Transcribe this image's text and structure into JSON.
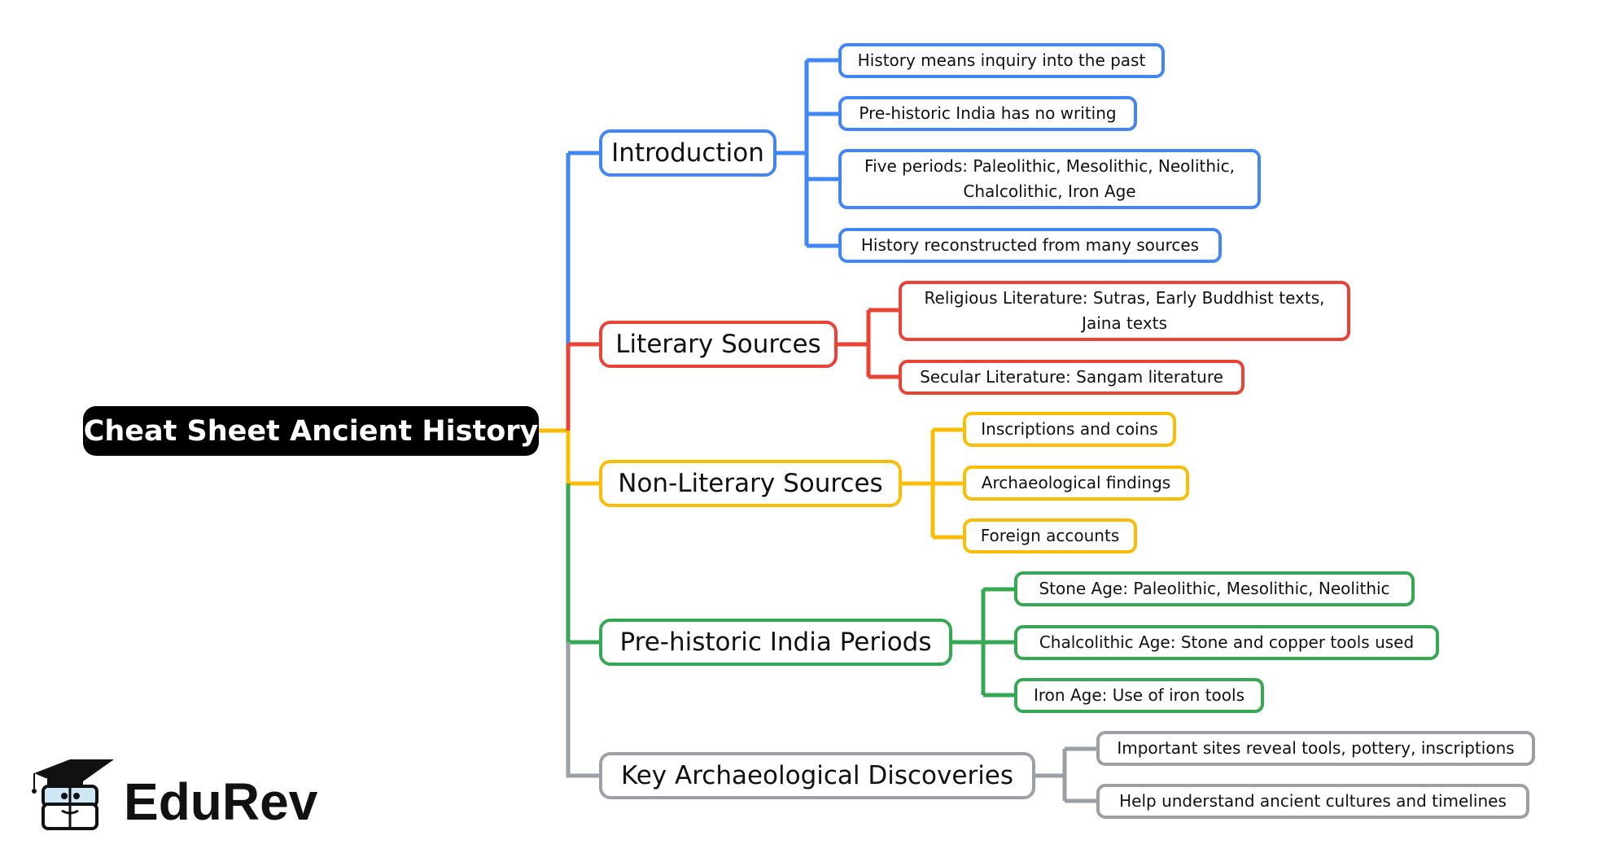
{
  "root": {
    "label": "Cheat Sheet Ancient History"
  },
  "branches": [
    {
      "label": "Introduction",
      "color": "#4285f4",
      "children": [
        "History means inquiry into the past",
        "Pre-historic India has no writing",
        "Five periods: Paleolithic, Mesolithic, Neolithic, Chalcolithic, Iron Age",
        "History reconstructed from many sources"
      ]
    },
    {
      "label": "Literary Sources",
      "color": "#ea4335",
      "children": [
        "Religious Literature: Sutras, Early Buddhist texts, Jaina texts",
        "Secular Literature: Sangam literature"
      ]
    },
    {
      "label": "Non-Literary Sources",
      "color": "#fbbc04",
      "children": [
        "Inscriptions and coins",
        "Archaeological findings",
        "Foreign accounts"
      ]
    },
    {
      "label": "Pre-historic India Periods",
      "color": "#34a853",
      "children": [
        "Stone Age: Paleolithic, Mesolithic, Neolithic",
        "Chalcolithic Age: Stone and copper tools used",
        "Iron Age: Use of iron tools"
      ]
    },
    {
      "label": "Key Archaeological Discoveries",
      "color": "#9aa0a6",
      "children": [
        "Important sites reveal tools, pottery, inscriptions",
        "Help understand ancient cultures and timelines"
      ]
    }
  ],
  "logo": {
    "text": "EduRev",
    "icon": "graduation-cap-mascot-icon"
  }
}
